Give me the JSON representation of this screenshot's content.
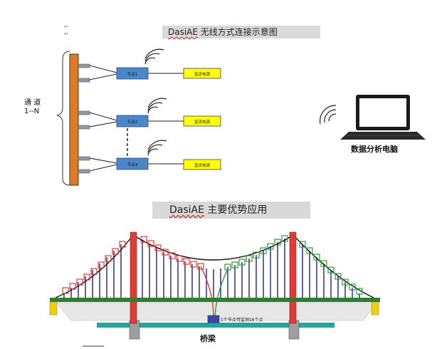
{
  "paragraph_marks": [
    "↵",
    "↵"
  ],
  "wireless_section": {
    "title_highlight": "DasiAE",
    "title_rest": " 无线方式连接示意图",
    "channel_label_line1": "通  道",
    "channel_label_line2": "1--N",
    "nodes": [
      "节点1",
      "节点2",
      "节点3"
    ],
    "power_supplies": [
      "直流电源",
      "直流电源",
      "直流电源"
    ],
    "computer_label": "数据分析电脑",
    "colors": {
      "collector_bar": "#e07b20",
      "node_box": "#4a86c8",
      "power_box": "#ffff00"
    }
  },
  "application_section": {
    "title_highlight": "DasiAE",
    "title_rest": " 主要优势应用",
    "bridge_note": "1个节点可监测16个点",
    "bridge_label": "桥梁",
    "colors": {
      "tower": "#e53935",
      "deck": "#2e7d32",
      "hangers": "#1a237e",
      "water": "#26a69a",
      "sensor_box": "#3949ab"
    }
  }
}
